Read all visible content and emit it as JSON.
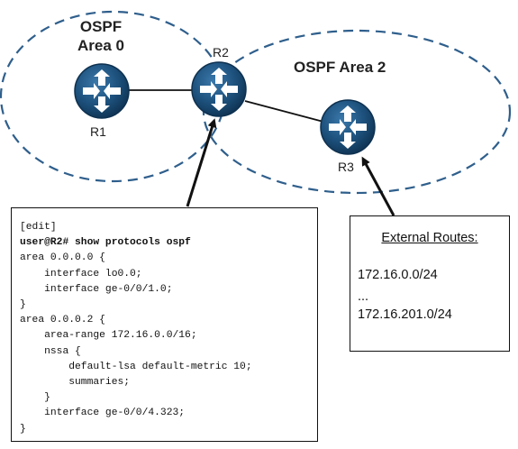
{
  "areas": {
    "area0": {
      "line1": "OSPF",
      "line2": "Area 0"
    },
    "area2": {
      "label": "OSPF Area 2"
    }
  },
  "routers": [
    {
      "id": "r1",
      "label": "R1"
    },
    {
      "id": "r2",
      "label": "R2"
    },
    {
      "id": "r3",
      "label": "R3"
    }
  ],
  "config": {
    "lines": [
      "[edit]",
      "user@R2# show protocols ospf",
      "area 0.0.0.0 {",
      "    interface lo0.0;",
      "    interface ge-0/0/1.0;",
      "}",
      "area 0.0.0.2 {",
      "    area-range 172.16.0.0/16;",
      "    nssa {",
      "        default-lsa default-metric 10;",
      "        summaries;",
      "    }",
      "    interface ge-0/0/4.323;",
      "}"
    ],
    "bold_line_index": 1
  },
  "external_routes": {
    "title": "External Routes:",
    "routes": [
      "172.16.0.0/24",
      "...",
      "172.16.201.0/24"
    ]
  },
  "colors": {
    "router_fill": "#1c4f7a",
    "router_dark": "#12395a",
    "area_dash": "#2f5f8c",
    "line": "#111111"
  }
}
